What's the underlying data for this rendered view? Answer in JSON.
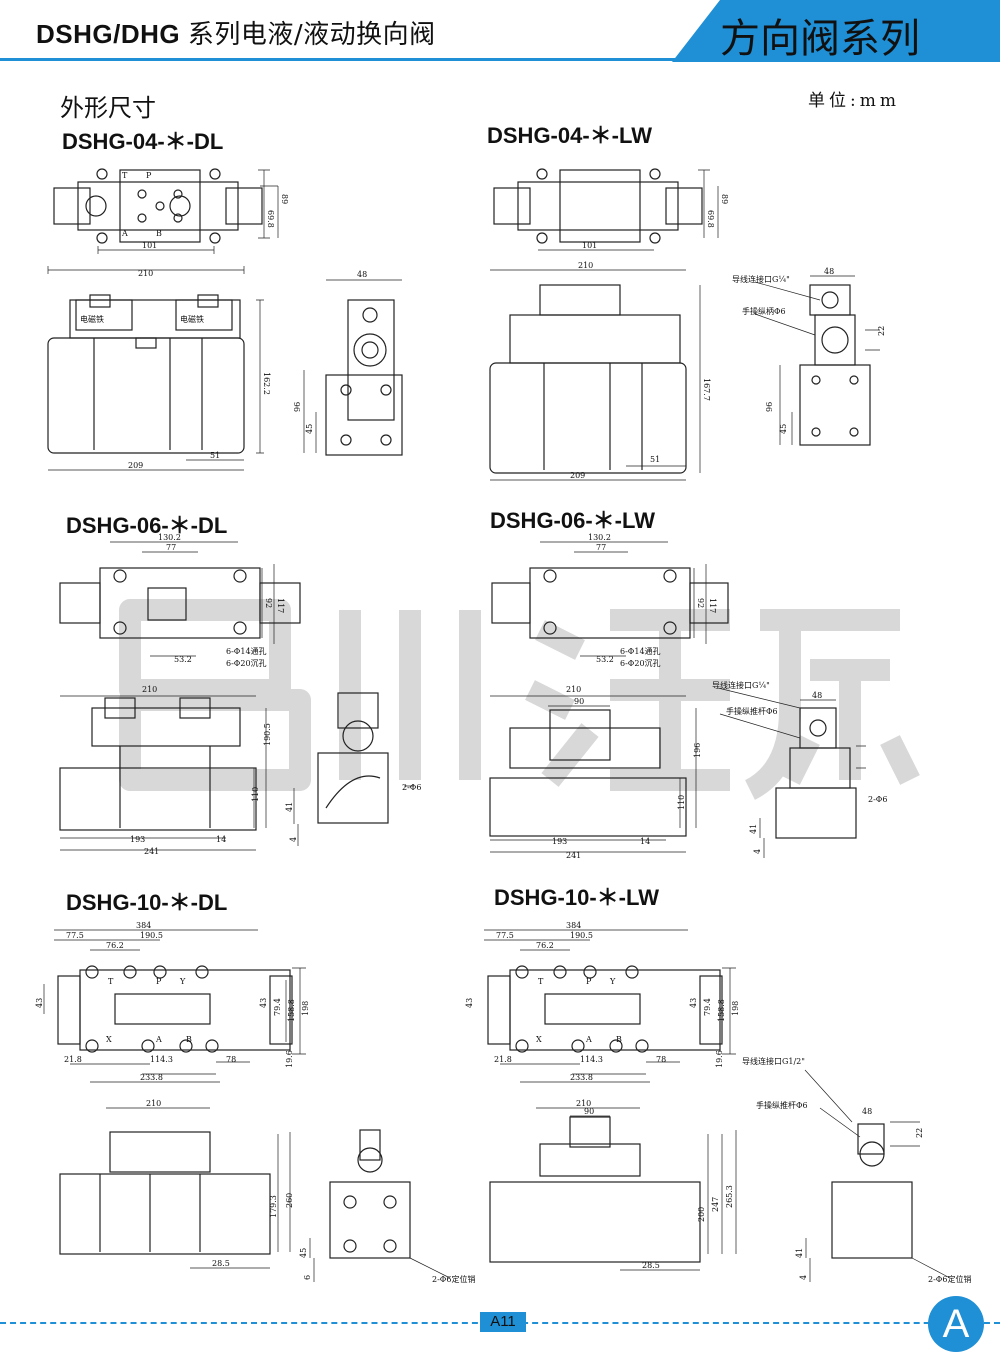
{
  "header": {
    "series_title": "DSHG/DHG",
    "series_title_cn": "系列电液/液动换向阀",
    "category": "方向阀系列"
  },
  "section_title": "外形尺寸",
  "unit_label": "单位:mm",
  "models": [
    {
      "id": "04-DL",
      "name": "DSHG-04-＊-DL"
    },
    {
      "id": "04-LW",
      "name": "DSHG-04-＊-LW"
    },
    {
      "id": "06-DL",
      "name": "DSHG-06-＊-DL"
    },
    {
      "id": "06-LW",
      "name": "DSHG-06-＊-LW"
    },
    {
      "id": "10-DL",
      "name": "DSHG-10-＊-DL"
    },
    {
      "id": "10-LW",
      "name": "DSHG-10-＊-LW"
    }
  ],
  "dims": {
    "d04dl": {
      "top_w": "101",
      "top_h1": "69.8",
      "top_h2": "89",
      "front_w": "210",
      "front_h": "162.2",
      "front_b": "209",
      "front_r": "51",
      "side_w": "48",
      "side_h1": "96",
      "side_h2": "45",
      "coil": "电磁铁"
    },
    "d04lw": {
      "top_w": "101",
      "top_h1": "69.8",
      "top_h2": "89",
      "front_w": "210",
      "front_h": "167.7",
      "front_b": "209",
      "front_r": "51",
      "side_w": "48",
      "side_h1": "96",
      "side_h2": "45",
      "side_h3": "22",
      "port": "导线连接口G¼\"",
      "lever": "手操纵柄Φ6"
    },
    "d06dl": {
      "top_w1": "130.2",
      "top_w2": "77",
      "top_h1": "92",
      "top_h2": "117",
      "top_b": "53.2",
      "hole1": "6-Φ14通孔",
      "hole2": "6-Φ20沉孔",
      "front_w": "210",
      "front_h1": "190.5",
      "front_h2": "110",
      "front_b1": "193",
      "front_b2": "241",
      "front_r": "14",
      "side_h1": "41",
      "side_h2": "4",
      "side_note": "2-Φ6"
    },
    "d06lw": {
      "top_w1": "130.2",
      "top_w2": "77",
      "top_h1": "92",
      "top_h2": "117",
      "top_b": "53.2",
      "hole1": "6-Φ14通孔",
      "hole2": "6-Φ20沉孔",
      "front_w": "210",
      "front_w2": "90",
      "front_h1": "196",
      "front_h2": "110",
      "front_b1": "193",
      "front_b2": "241",
      "front_r": "14",
      "side_w": "48",
      "side_h1": "41",
      "side_h2": "4",
      "side_note": "2-Φ6",
      "port": "导线连接口G¼\"",
      "lever": "手操纵推杆Φ6"
    },
    "d10dl": {
      "top_w": "384",
      "top_w1": "77.5",
      "top_w2": "190.5",
      "top_w3": "76.2",
      "top_h1": "43",
      "top_h2": "43",
      "top_h3": "79.4",
      "top_h4": "158.8",
      "top_h5": "198",
      "top_b1": "21.8",
      "top_b2": "114.3",
      "top_b3": "78",
      "top_b4": "233.8",
      "top_b5": "19.6",
      "front_w": "210",
      "front_h1": "260",
      "front_h2": "179.3",
      "front_r": "28.5",
      "side_h1": "45",
      "side_h2": "6",
      "side_note": "2-Φ6定位销"
    },
    "d10lw": {
      "top_w": "384",
      "top_w1": "77.5",
      "top_w2": "190.5",
      "top_w3": "76.2",
      "top_h1": "43",
      "top_h2": "43",
      "top_h3": "79.4",
      "top_h4": "158.8",
      "top_h5": "198",
      "top_b1": "21.8",
      "top_b2": "114.3",
      "top_b3": "78",
      "top_b4": "233.8",
      "top_b5": "19.6",
      "front_w": "210",
      "front_w2": "90",
      "front_h1": "247",
      "front_h2": "265.3",
      "front_h3": "200",
      "front_r": "28.5",
      "side_w": "48",
      "side_h1": "41",
      "side_h2": "4",
      "side_h3": "22",
      "side_note": "2-Φ6定位销",
      "port": "导线连接口G1/2\"",
      "lever": "手操纵推杆Φ6"
    }
  },
  "port_labels": {
    "t": "T",
    "p": "P",
    "y": "Y",
    "x": "X",
    "a": "A",
    "b": "B"
  },
  "watermark": "昌川液压",
  "footer": {
    "page": "A11",
    "badge": "A"
  },
  "colors": {
    "accent": "#1f8fd6",
    "line": "#222222",
    "watermark": "#d8d8d8"
  }
}
